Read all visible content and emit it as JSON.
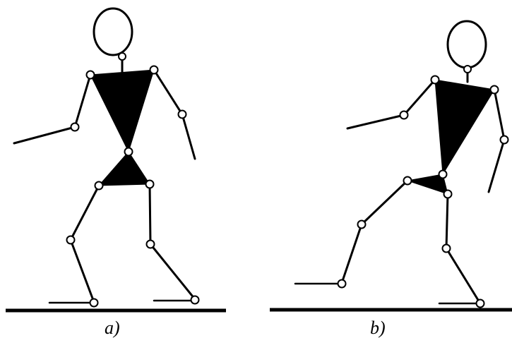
{
  "figures": [
    {
      "id": "a",
      "label": "a)"
    },
    {
      "id": "b",
      "label": "b)"
    }
  ],
  "colors": {
    "ink": "#000000",
    "background": "#ffffff"
  }
}
